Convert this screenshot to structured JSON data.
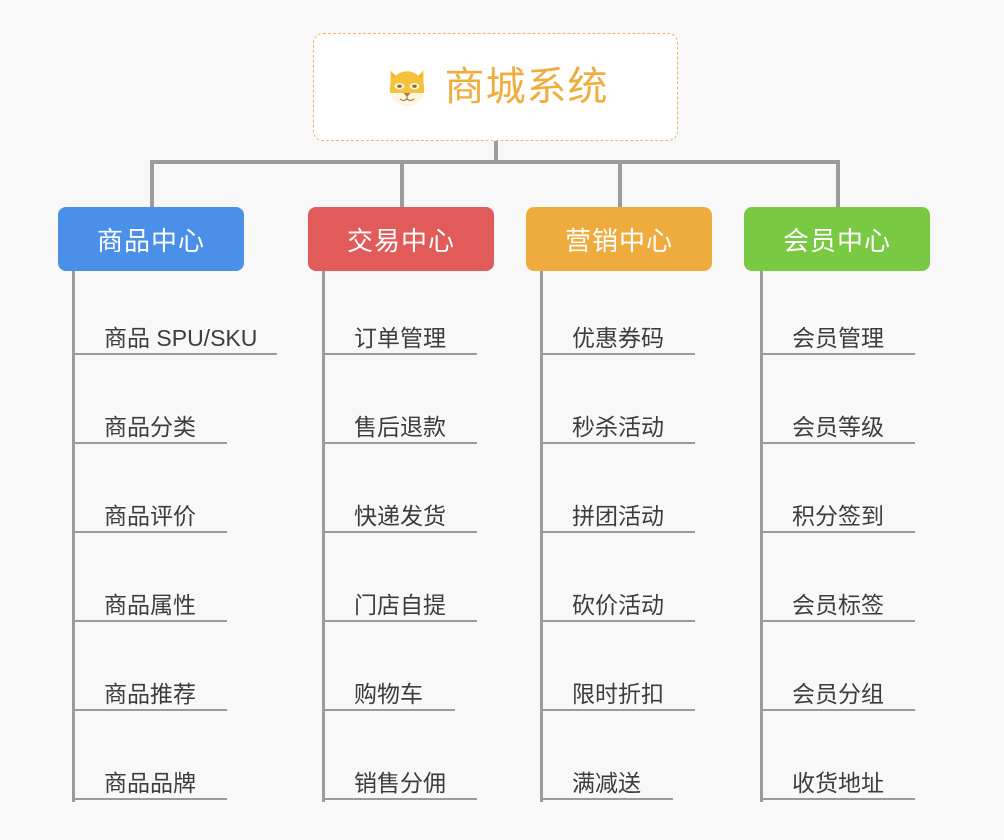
{
  "diagram": {
    "type": "org-tree",
    "background_color": "#f8f8f8",
    "line_color": "#9b9b9b",
    "root": {
      "title": "商城系统",
      "icon": "dog-face-icon",
      "text_color": "#f0ad3e",
      "border_color": "#e8b963",
      "background_color": "#ffffff"
    },
    "branches": [
      {
        "title": "商品中心",
        "color": "#4a90e8",
        "items": [
          "商品 SPU/SKU",
          "商品分类",
          "商品评价",
          "商品属性",
          "商品推荐",
          "商品品牌"
        ]
      },
      {
        "title": "交易中心",
        "color": "#e25b5b",
        "items": [
          "订单管理",
          "售后退款",
          "快递发货",
          "门店自提",
          "购物车",
          "销售分佣"
        ]
      },
      {
        "title": "营销中心",
        "color": "#eeab3e",
        "items": [
          "优惠券码",
          "秒杀活动",
          "拼团活动",
          "砍价活动",
          "限时折扣",
          "满减送"
        ]
      },
      {
        "title": "会员中心",
        "color": "#7ac943",
        "items": [
          "会员管理",
          "会员等级",
          "积分签到",
          "会员标签",
          "会员分组",
          "收货地址"
        ]
      }
    ]
  }
}
